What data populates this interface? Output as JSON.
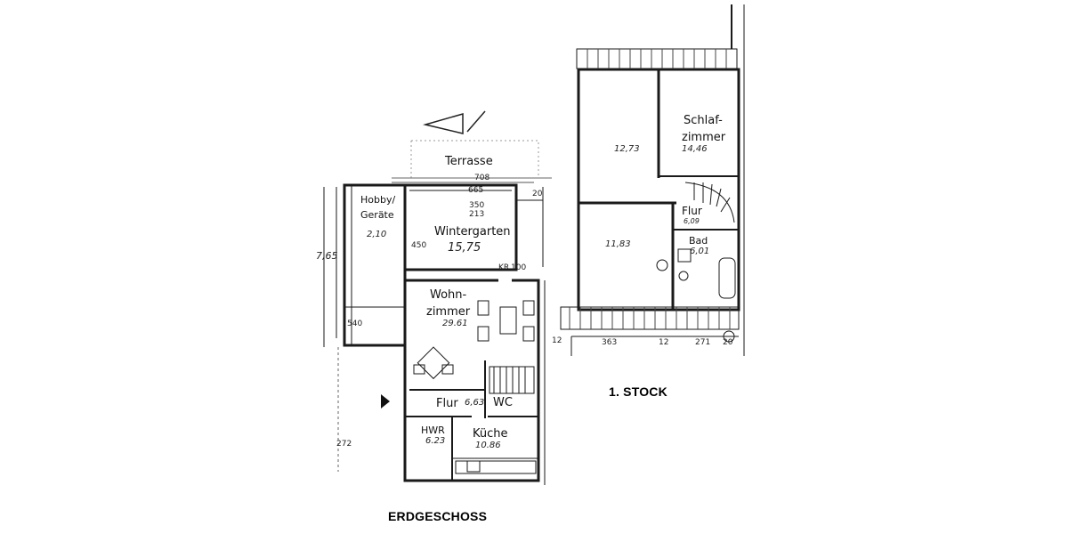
{
  "floors": {
    "ground": {
      "title": "ERDGESCHOSS",
      "rooms": {
        "terrasse": "Terrasse",
        "hobby": "Hobby/",
        "hobby2": "Geräte",
        "wintergarten": "Wintergarten",
        "wintergarten_area": "15,75",
        "wohnzimmer": "Wohn-",
        "wohnzimmer2": "zimmer",
        "wohnzimmer_area": "29.61",
        "flur": "Flur",
        "flur_area": "6,63",
        "wc": "WC",
        "hwr": "HWR",
        "hwr_area": "6.23",
        "kueche": "Küche",
        "kueche_area": "10.86"
      },
      "dims": {
        "d708": "708",
        "d665": "665",
        "d350": "350",
        "d213": "213",
        "d20": "20",
        "d765": "7,65",
        "d210": "2,10",
        "d450": "450",
        "d540": "540",
        "d272": "272",
        "kr": "KR",
        "d100": "100"
      }
    },
    "upper": {
      "title": "1. STOCK",
      "rooms": {
        "room1_area": "12,73",
        "schlaf": "Schlaf-",
        "schlaf2": "zimmer",
        "schlaf_area": "14,46",
        "flur": "Flur",
        "flur_area": "6,09",
        "room2_area": "11,83",
        "bad": "Bad",
        "bad_area": "6,01"
      },
      "dims": {
        "d363": "363",
        "d12": "12",
        "d271": "271",
        "d20": "20",
        "d12b": "12"
      }
    }
  }
}
